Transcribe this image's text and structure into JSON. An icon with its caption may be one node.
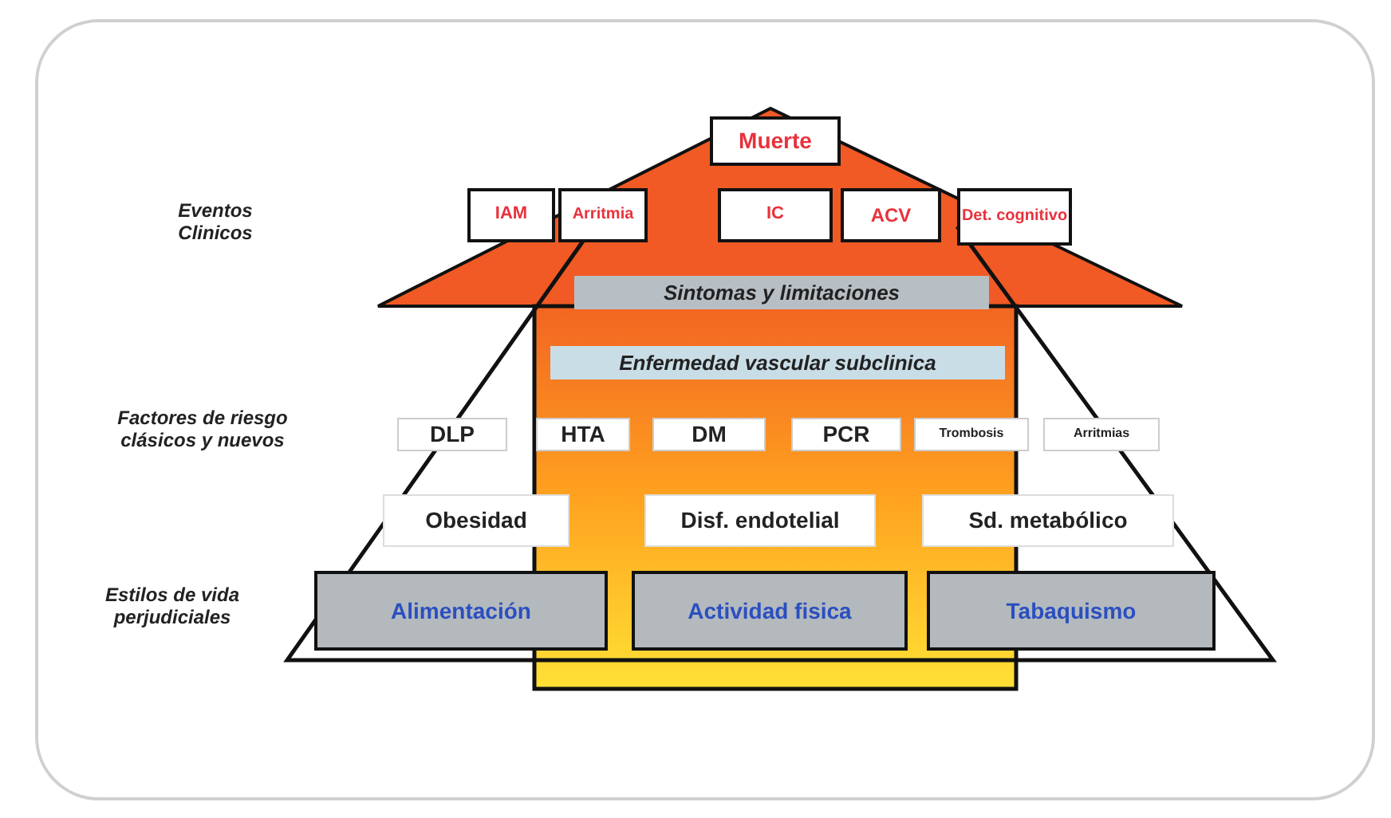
{
  "diagram": {
    "nodes": [
      {
        "text": [
          "Muerte"
        ]
      },
      {
        "text": [
          "IAM"
        ]
      },
      {
        "text": [
          "Arritmia"
        ]
      },
      {
        "text": [
          "IC"
        ]
      },
      {
        "text": [
          "ACV"
        ]
      },
      {
        "text": [
          "Det. cognitivo"
        ]
      },
      {
        "text": [
          "Sintomas y limitaciones"
        ]
      },
      {
        "text": [
          "Enfermedad vascular subclinica"
        ]
      },
      {
        "text": [
          "DLP"
        ]
      },
      {
        "text": [
          "HTA"
        ]
      },
      {
        "text": [
          "DM"
        ]
      },
      {
        "text": [
          "PCR"
        ]
      },
      {
        "text": [
          "Trombosis"
        ]
      },
      {
        "text": [
          "Arritmias"
        ]
      },
      {
        "text": [
          "Obesidad"
        ]
      },
      {
        "text": [
          "Disf. endotelial"
        ]
      },
      {
        "text": [
          "Sd. metabólico"
        ]
      },
      {
        "text": [
          "Alimentación"
        ]
      },
      {
        "text": [
          "Actividad fisica"
        ]
      },
      {
        "text": [
          "Tabaquismo"
        ]
      }
    ],
    "edges": [],
    "labels": [
      "Eventos Clinicos",
      "Factores de riesgo clásicos y nuevos",
      "Estilos de vida perjudiciales"
    ]
  }
}
